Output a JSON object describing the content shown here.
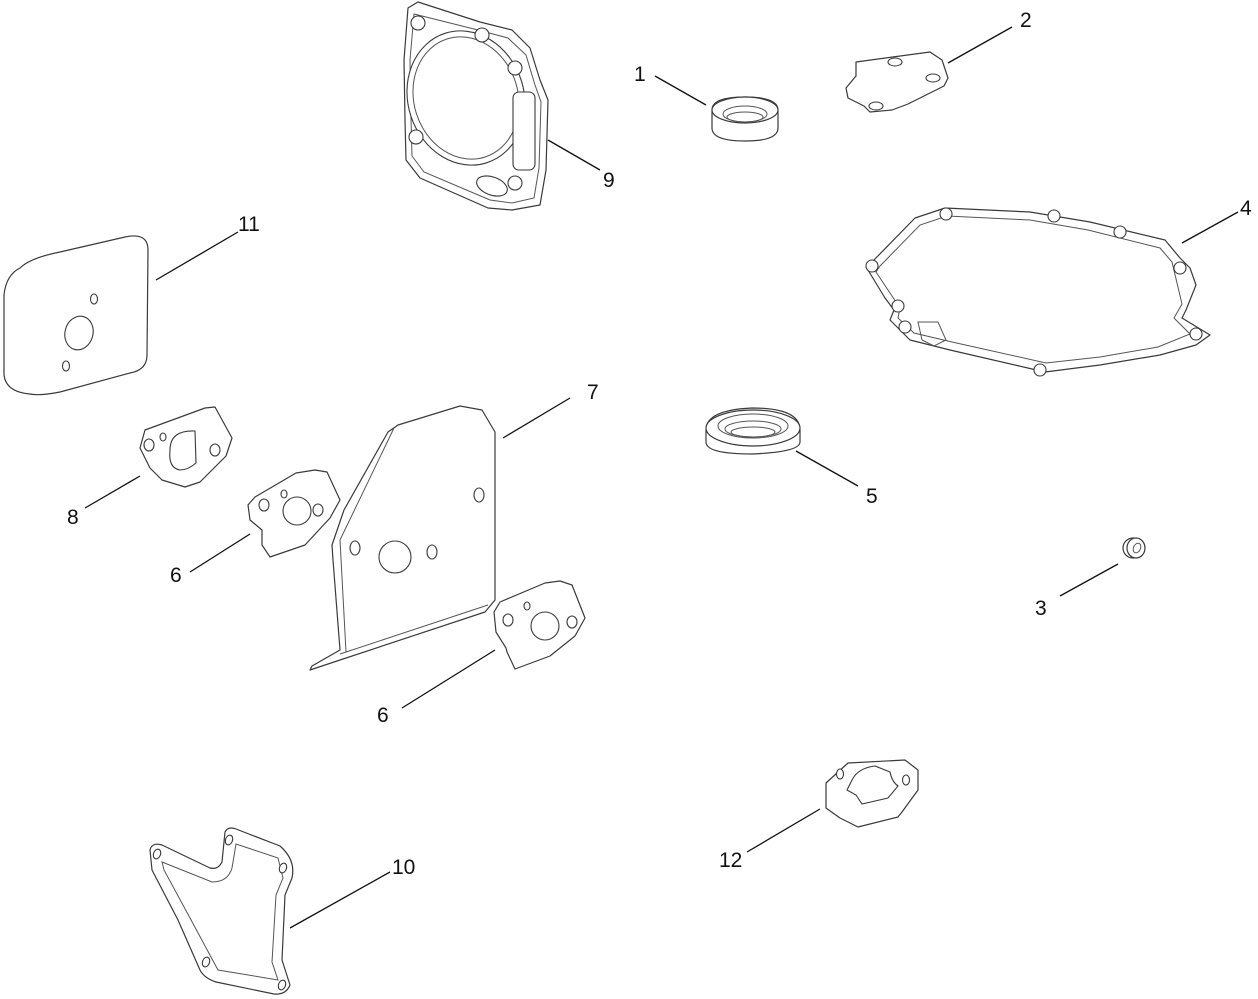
{
  "diagram": {
    "type": "exploded-parts-diagram",
    "background": "#ffffff",
    "line_color": "#3a3a3a",
    "callouts": [
      {
        "id": "c1",
        "label": "1",
        "part": "oil-seal-small"
      },
      {
        "id": "c2",
        "label": "2",
        "part": "cover-plate-gasket"
      },
      {
        "id": "c3",
        "label": "3",
        "part": "small-washer"
      },
      {
        "id": "c4",
        "label": "4",
        "part": "crankcase-cover-gasket"
      },
      {
        "id": "c5",
        "label": "5",
        "part": "oil-seal-large"
      },
      {
        "id": "c6a",
        "label": "6",
        "part": "carburetor-gasket-upper"
      },
      {
        "id": "c6b",
        "label": "6",
        "part": "carburetor-gasket-lower"
      },
      {
        "id": "c7",
        "label": "7",
        "part": "heat-insulator-plate"
      },
      {
        "id": "c8",
        "label": "8",
        "part": "muffler-gasket"
      },
      {
        "id": "c9",
        "label": "9",
        "part": "cylinder-head-gasket"
      },
      {
        "id": "c10",
        "label": "10",
        "part": "valve-cover-gasket"
      },
      {
        "id": "c11",
        "label": "11",
        "part": "air-cleaner-gasket"
      },
      {
        "id": "c12",
        "label": "12",
        "part": "intake-gasket"
      }
    ]
  }
}
